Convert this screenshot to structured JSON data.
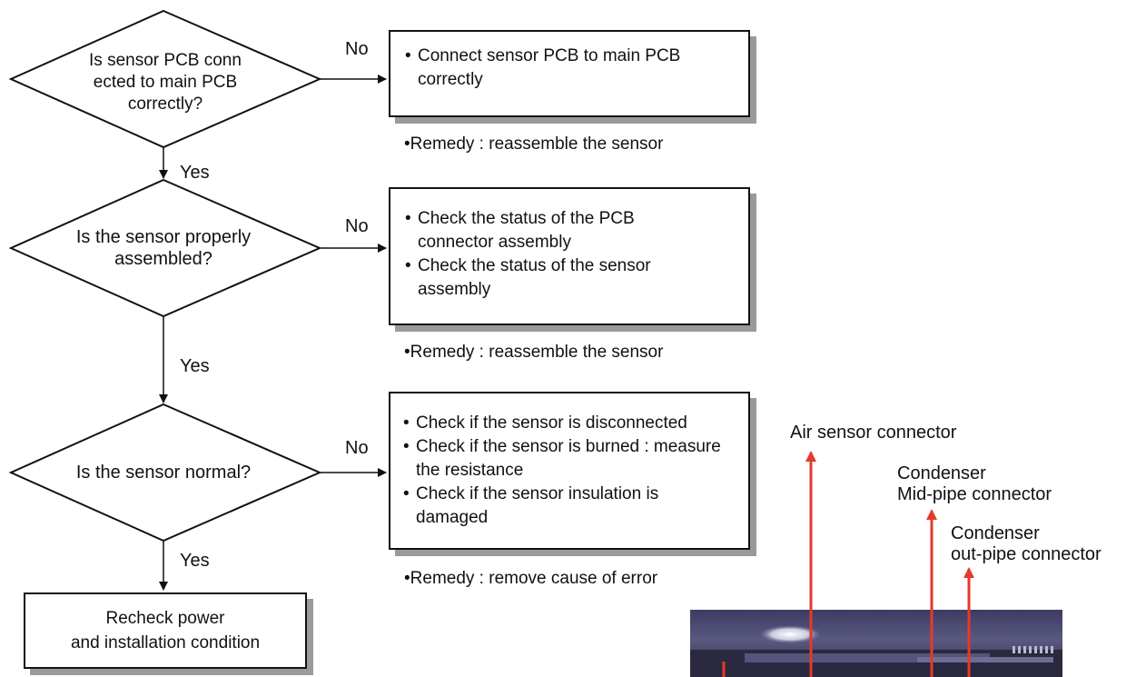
{
  "flow": {
    "step1": {
      "question": [
        "Is sensor PCB conn",
        "ected to main PCB",
        "correctly?"
      ],
      "no_label": "No",
      "yes_label": "Yes",
      "actions": [
        "Connect sensor PCB to main PCB correctly"
      ],
      "remedy": "Remedy : reassemble the sensor"
    },
    "step2": {
      "question": [
        "Is the sensor properly",
        "assembled?"
      ],
      "no_label": "No",
      "yes_label": "Yes",
      "actions": [
        "Check the status of the PCB connector assembly",
        "Check the status of the sensor assembly"
      ],
      "remedy": "Remedy : reassemble the sensor"
    },
    "step3": {
      "question": [
        "Is the sensor normal?"
      ],
      "no_label": "No",
      "yes_label": "Yes",
      "actions": [
        "Check if the sensor is disconnected",
        "Check if the sensor is burned : measure the resistance",
        "Check if the sensor insulation is damaged"
      ],
      "remedy": "Remedy : remove cause of error"
    },
    "final": [
      "Recheck power",
      "and installation condition"
    ]
  },
  "photo_labels": {
    "air": "Air sensor connector",
    "mid": [
      "Condenser",
      "Mid-pipe connector"
    ],
    "out": [
      "Condenser",
      "out-pipe connector"
    ]
  },
  "colors": {
    "arrow_red": "#e53a2a",
    "line": "#111111",
    "shadow": "#9a9a9a"
  }
}
